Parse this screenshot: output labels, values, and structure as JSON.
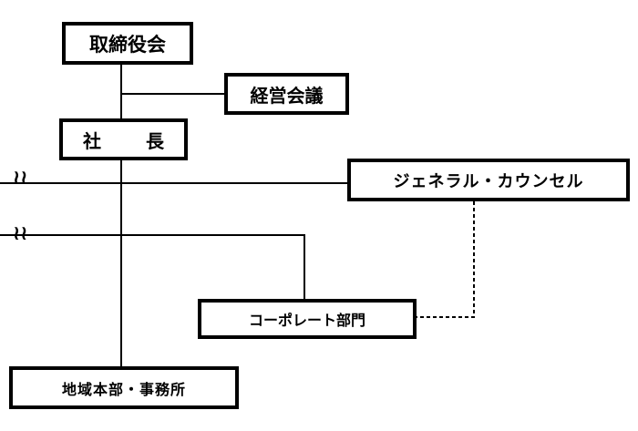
{
  "nodes": {
    "board": "取締役会",
    "management_meeting": "経営会議",
    "president_char1": "社",
    "president_char2": "長",
    "general_counsel": "ジェネラル・カウンセル",
    "corporate_dept": "コーポレート部門",
    "regional_hq": "地域本部・事務所"
  },
  "break_symbol": "≀≀",
  "colors": {
    "line": "#000000",
    "background": "#ffffff"
  }
}
